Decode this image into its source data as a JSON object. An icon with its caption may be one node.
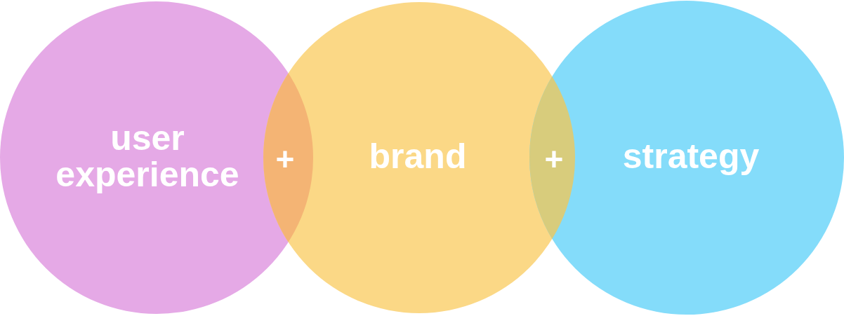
{
  "diagram": {
    "nodes": [
      {
        "text": [
          "user experience"
        ]
      },
      {
        "text": [
          "brand"
        ]
      },
      {
        "text": [
          "strategy"
        ]
      }
    ],
    "labels": [
      "+",
      "+"
    ]
  }
}
